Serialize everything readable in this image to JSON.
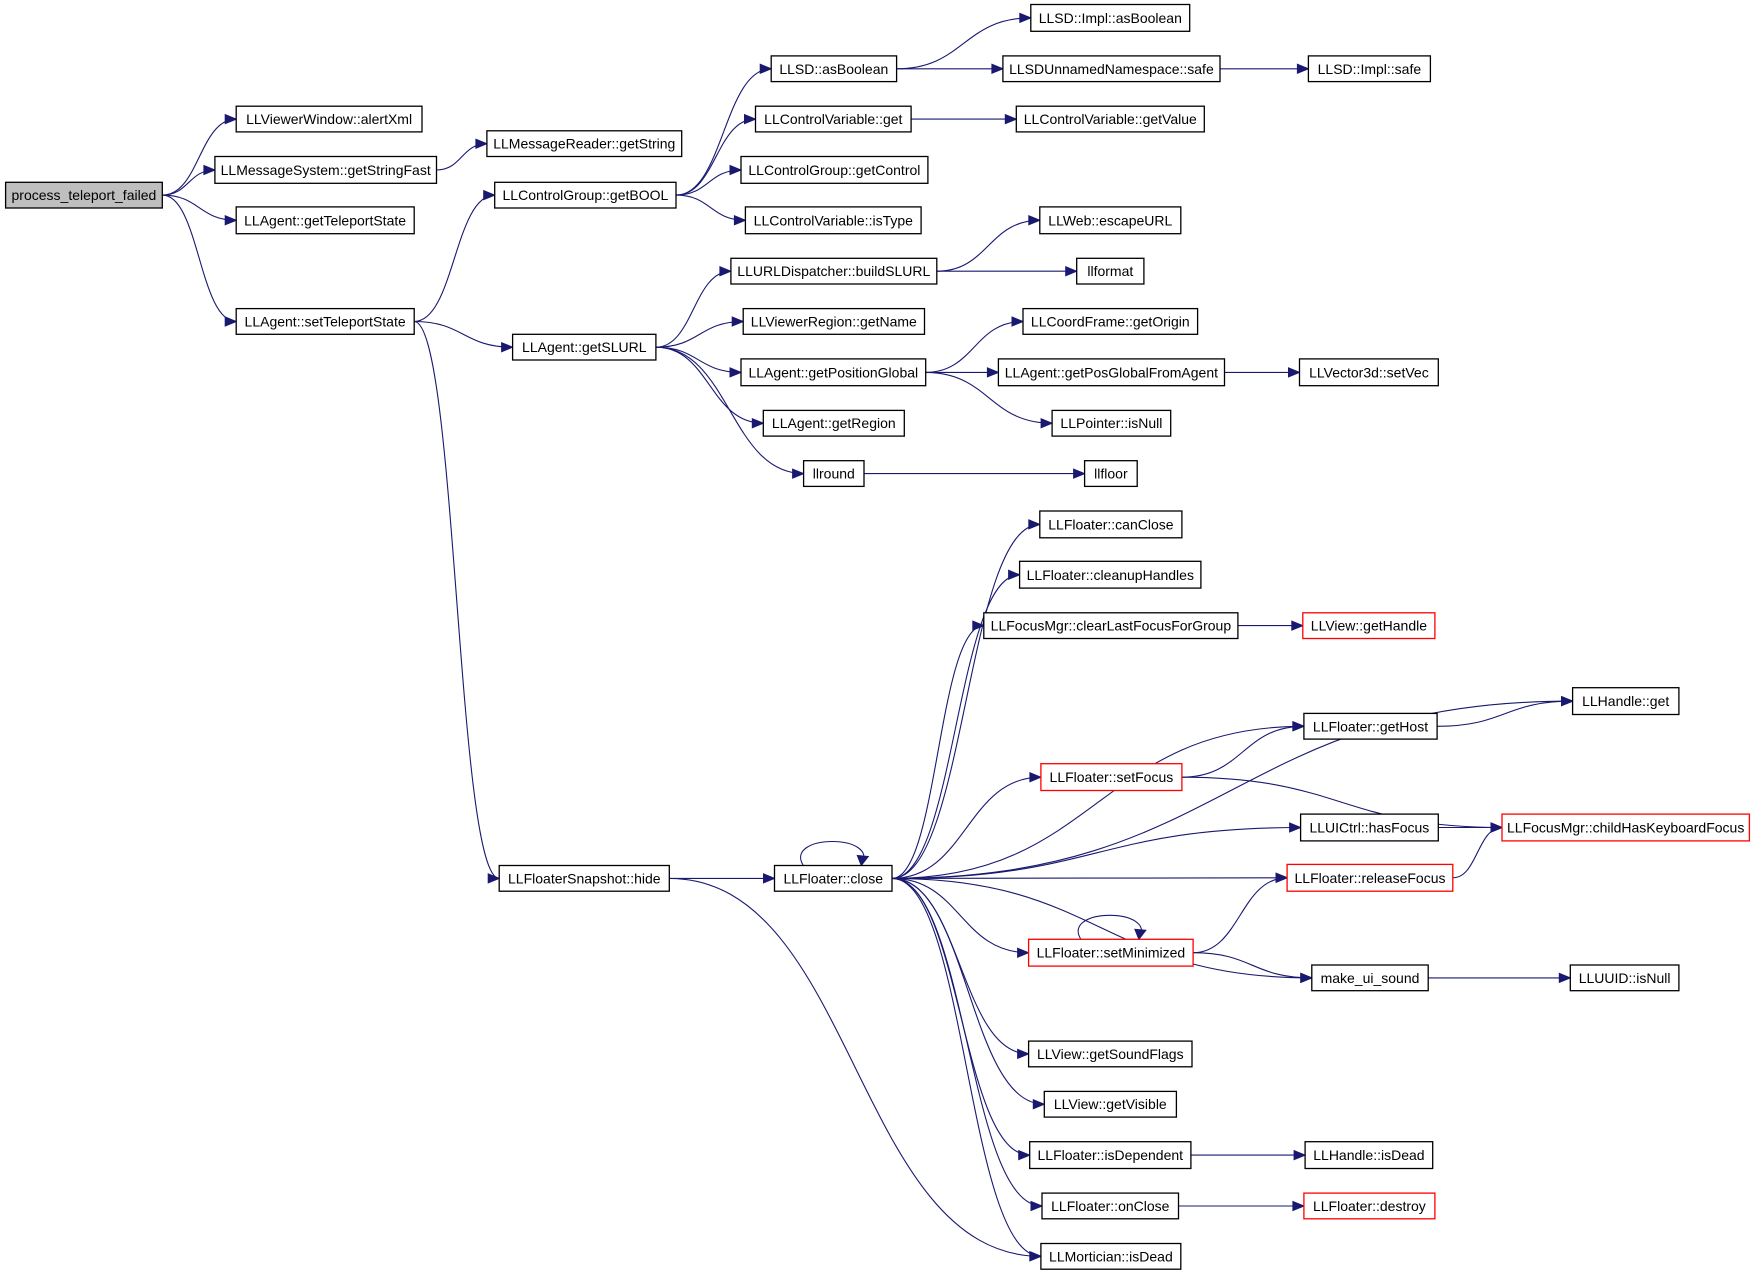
{
  "colors": {
    "edge": "#191970",
    "root_fill": "#bfbfbf",
    "truncated_border": "#ff0000",
    "border": "#000000"
  },
  "nodes": [
    {
      "id": "n0",
      "label": "process_teleport_failed",
      "root": true
    },
    {
      "id": "n1",
      "label": "LLViewerWindow::alertXml"
    },
    {
      "id": "n2",
      "label": "LLMessageSystem::getStringFast"
    },
    {
      "id": "n3",
      "label": "LLMessageReader::getString"
    },
    {
      "id": "n4",
      "label": "LLAgent::getTeleportState"
    },
    {
      "id": "n5",
      "label": "LLAgent::setTeleportState"
    },
    {
      "id": "n6",
      "label": "LLControlGroup::getBOOL"
    },
    {
      "id": "n7",
      "label": "LLSD::asBoolean"
    },
    {
      "id": "n8",
      "label": "LLSD::Impl::asBoolean"
    },
    {
      "id": "n9",
      "label": "LLSDUnnamedNamespace::safe"
    },
    {
      "id": "n10",
      "label": "LLSD::Impl::safe"
    },
    {
      "id": "n11",
      "label": "LLControlVariable::get"
    },
    {
      "id": "n12",
      "label": "LLControlVariable::getValue"
    },
    {
      "id": "n13",
      "label": "LLControlGroup::getControl"
    },
    {
      "id": "n14",
      "label": "LLControlVariable::isType"
    },
    {
      "id": "n15",
      "label": "LLAgent::getSLURL"
    },
    {
      "id": "n16",
      "label": "LLURLDispatcher::buildSLURL"
    },
    {
      "id": "n17",
      "label": "LLWeb::escapeURL"
    },
    {
      "id": "n18",
      "label": "llformat"
    },
    {
      "id": "n19",
      "label": "LLViewerRegion::getName"
    },
    {
      "id": "n20",
      "label": "LLCoordFrame::getOrigin"
    },
    {
      "id": "n21",
      "label": "LLAgent::getPositionGlobal"
    },
    {
      "id": "n22",
      "label": "LLAgent::getPosGlobalFromAgent"
    },
    {
      "id": "n23",
      "label": "LLVector3d::setVec"
    },
    {
      "id": "n24",
      "label": "LLPointer::isNull"
    },
    {
      "id": "n25",
      "label": "LLAgent::getRegion"
    },
    {
      "id": "n26",
      "label": "llround"
    },
    {
      "id": "n27",
      "label": "llfloor"
    },
    {
      "id": "n28",
      "label": "LLFloaterSnapshot::hide"
    },
    {
      "id": "n29",
      "label": "LLFloater::close"
    },
    {
      "id": "n30",
      "label": "LLFloater::canClose"
    },
    {
      "id": "n31",
      "label": "LLFloater::cleanupHandles"
    },
    {
      "id": "n32",
      "label": "LLFocusMgr::clearLastFocusForGroup"
    },
    {
      "id": "n33",
      "label": "LLView::getHandle",
      "truncated": true
    },
    {
      "id": "n34",
      "label": "LLHandle::get"
    },
    {
      "id": "n35",
      "label": "LLFloater::getHost"
    },
    {
      "id": "n36",
      "label": "LLFloater::setFocus",
      "truncated": true
    },
    {
      "id": "n37",
      "label": "LLFocusMgr::childHasKeyboardFocus",
      "truncated": true
    },
    {
      "id": "n38",
      "label": "LLUICtrl::hasFocus"
    },
    {
      "id": "n39",
      "label": "LLFloater::releaseFocus",
      "truncated": true
    },
    {
      "id": "n40",
      "label": "LLFloater::setMinimized",
      "truncated": true
    },
    {
      "id": "n41",
      "label": "make_ui_sound"
    },
    {
      "id": "n42",
      "label": "LLUUID::isNull"
    },
    {
      "id": "n43",
      "label": "LLView::getSoundFlags"
    },
    {
      "id": "n44",
      "label": "LLView::getVisible"
    },
    {
      "id": "n45",
      "label": "LLFloater::isDependent"
    },
    {
      "id": "n46",
      "label": "LLHandle::isDead"
    },
    {
      "id": "n47",
      "label": "LLFloater::onClose"
    },
    {
      "id": "n48",
      "label": "LLFloater::destroy",
      "truncated": true
    },
    {
      "id": "n49",
      "label": "LLMortician::isDead"
    }
  ],
  "edges": [
    [
      "n0",
      "n1"
    ],
    [
      "n0",
      "n2"
    ],
    [
      "n0",
      "n4"
    ],
    [
      "n0",
      "n5"
    ],
    [
      "n2",
      "n3"
    ],
    [
      "n5",
      "n6"
    ],
    [
      "n5",
      "n15"
    ],
    [
      "n5",
      "n28"
    ],
    [
      "n6",
      "n7"
    ],
    [
      "n6",
      "n11"
    ],
    [
      "n6",
      "n13"
    ],
    [
      "n6",
      "n14"
    ],
    [
      "n7",
      "n8"
    ],
    [
      "n7",
      "n9"
    ],
    [
      "n9",
      "n10"
    ],
    [
      "n11",
      "n12"
    ],
    [
      "n15",
      "n16"
    ],
    [
      "n15",
      "n19"
    ],
    [
      "n15",
      "n21"
    ],
    [
      "n15",
      "n25"
    ],
    [
      "n15",
      "n26"
    ],
    [
      "n16",
      "n17"
    ],
    [
      "n16",
      "n18"
    ],
    [
      "n21",
      "n20"
    ],
    [
      "n21",
      "n22"
    ],
    [
      "n21",
      "n24"
    ],
    [
      "n22",
      "n23"
    ],
    [
      "n26",
      "n27"
    ],
    [
      "n28",
      "n29"
    ],
    [
      "n28",
      "n49"
    ],
    [
      "n29",
      "n29"
    ],
    [
      "n29",
      "n30"
    ],
    [
      "n29",
      "n31"
    ],
    [
      "n29",
      "n32"
    ],
    [
      "n29",
      "n34"
    ],
    [
      "n29",
      "n35"
    ],
    [
      "n29",
      "n36"
    ],
    [
      "n29",
      "n38"
    ],
    [
      "n29",
      "n39"
    ],
    [
      "n29",
      "n40"
    ],
    [
      "n29",
      "n41"
    ],
    [
      "n29",
      "n43"
    ],
    [
      "n29",
      "n44"
    ],
    [
      "n29",
      "n45"
    ],
    [
      "n29",
      "n47"
    ],
    [
      "n29",
      "n49"
    ],
    [
      "n32",
      "n33"
    ],
    [
      "n35",
      "n34"
    ],
    [
      "n36",
      "n35"
    ],
    [
      "n36",
      "n37"
    ],
    [
      "n38",
      "n37"
    ],
    [
      "n39",
      "n37"
    ],
    [
      "n40",
      "n40"
    ],
    [
      "n40",
      "n39"
    ],
    [
      "n40",
      "n41"
    ],
    [
      "n41",
      "n42"
    ],
    [
      "n45",
      "n46"
    ],
    [
      "n47",
      "n48"
    ]
  ]
}
